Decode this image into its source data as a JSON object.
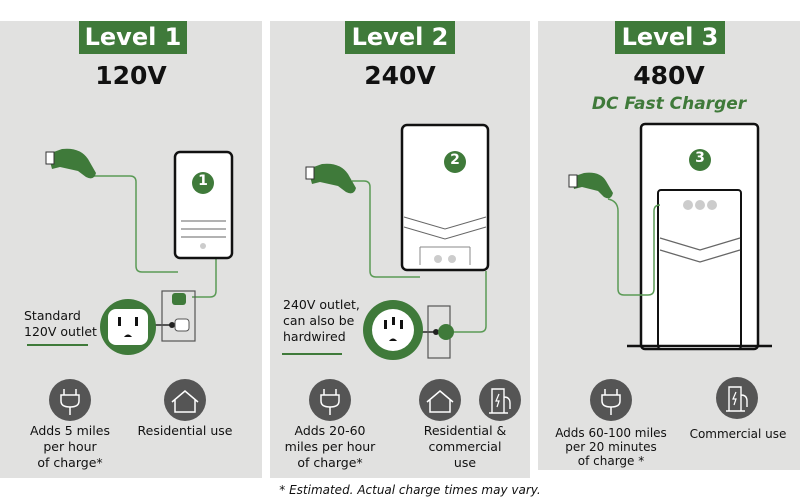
{
  "colors": {
    "accent": "#3f7a3a",
    "panel": "#e1e1e0",
    "icon": "#555555"
  },
  "levels": [
    {
      "label": "Level 1",
      "voltage": "120V",
      "badge": "1",
      "outlet_label": [
        "Standard",
        "120V outlet"
      ],
      "caption1": [
        "Adds 5 miles",
        "per hour",
        "of charge*"
      ],
      "caption2": [
        "Residential use"
      ],
      "icons": [
        "plug-icon",
        "house-icon"
      ]
    },
    {
      "label": "Level 2",
      "voltage": "240V",
      "badge": "2",
      "outlet_label": [
        "240V outlet,",
        "can also be",
        "hardwired"
      ],
      "caption1": [
        "Adds 20-60",
        "miles per hour",
        "of charge*"
      ],
      "caption2": [
        "Residential &",
        "commercial",
        "use"
      ],
      "icons": [
        "plug-icon",
        "house-icon",
        "charging-station-icon"
      ]
    },
    {
      "label": "Level 3",
      "voltage": "480V",
      "subtitle": "DC Fast Charger",
      "badge": "3",
      "caption1": [
        "Adds 60-100 miles",
        "per 20 minutes",
        "of charge *"
      ],
      "caption2": [
        "Commercial use"
      ],
      "icons": [
        "plug-icon",
        "charging-station-icon"
      ]
    }
  ],
  "footnote": "* Estimated. Actual charge times may vary."
}
